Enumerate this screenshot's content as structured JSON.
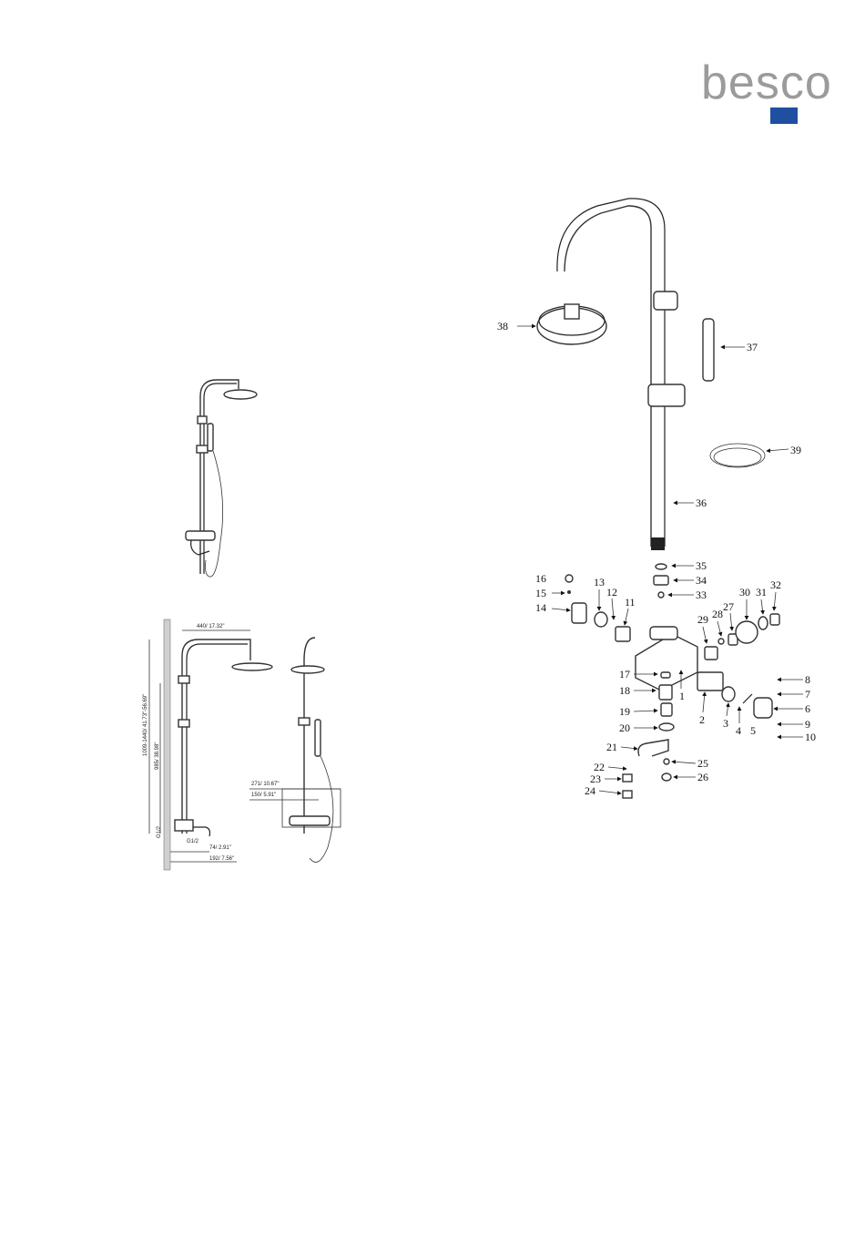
{
  "brand": {
    "name": "besco",
    "text_color": "#9b9b9b",
    "mark_color": "#1f4fa0"
  },
  "dimensions": {
    "width_top": "440/ 17.32\"",
    "height_total": "1009-1440/ 41.73\"-56.69\"",
    "height_mid": "985/ 38.98\"",
    "thread_left": "G1/2",
    "thread_spout": "G1/2",
    "spout_depth": "74/ 2.91\"",
    "spout_reach": "192/ 7.56\"",
    "mixer_width": "271/ 10.67\"",
    "mixer_inner": "150/ 5.91\""
  },
  "parts": [
    "1",
    "2",
    "3",
    "4",
    "5",
    "6",
    "7",
    "8",
    "9",
    "10",
    "11",
    "12",
    "13",
    "14",
    "15",
    "16",
    "17",
    "18",
    "19",
    "20",
    "21",
    "22",
    "23",
    "24",
    "25",
    "26",
    "27",
    "28",
    "29",
    "30",
    "31",
    "32",
    "33",
    "34",
    "35",
    "36",
    "37",
    "38",
    "39"
  ]
}
